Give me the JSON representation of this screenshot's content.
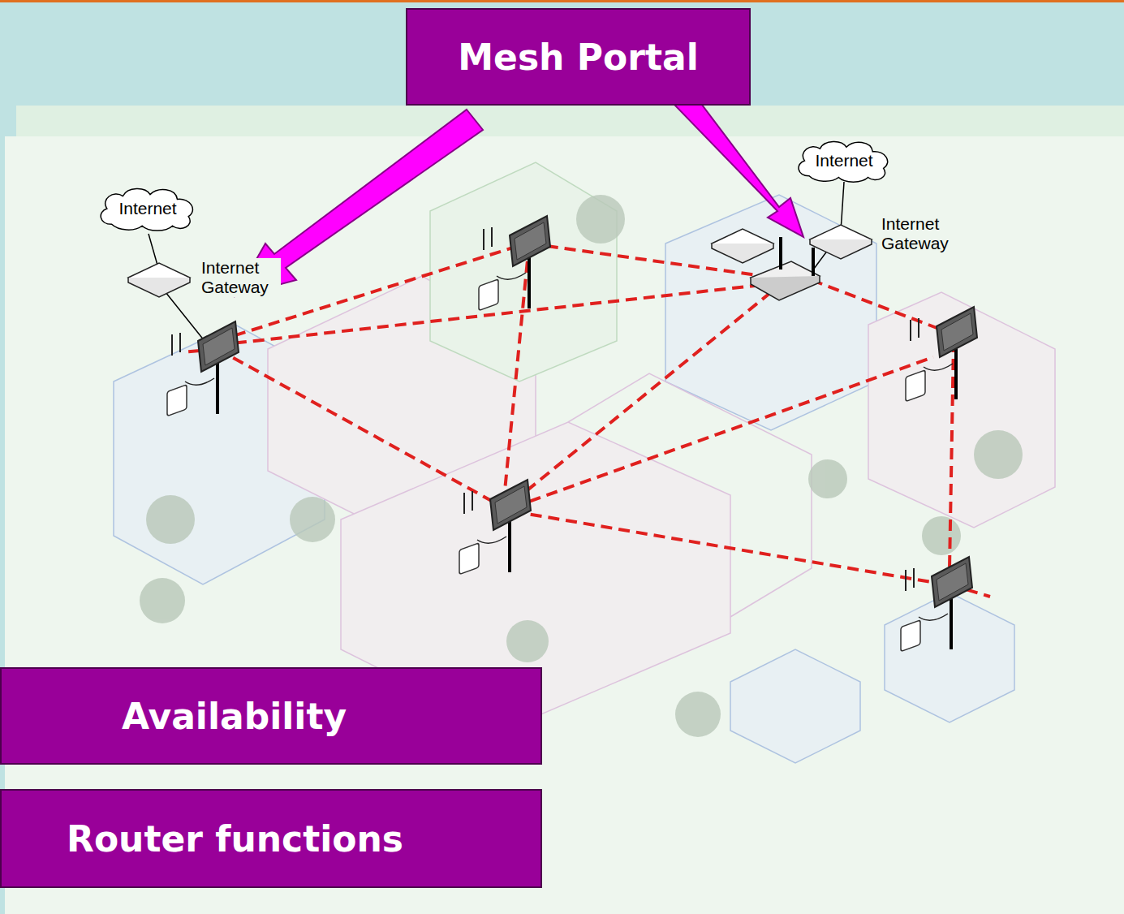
{
  "diagram": {
    "nodes": [
      {
        "text": [
          "Mesh Portal"
        ]
      },
      {
        "text": [
          "Internet"
        ]
      },
      {
        "text": [
          "Internet"
        ]
      },
      {
        "text": [
          "Availability"
        ]
      },
      {
        "text": [
          "Router functions"
        ]
      }
    ],
    "labels": [
      "Internet Gateway",
      "Internet Gateway"
    ]
  }
}
